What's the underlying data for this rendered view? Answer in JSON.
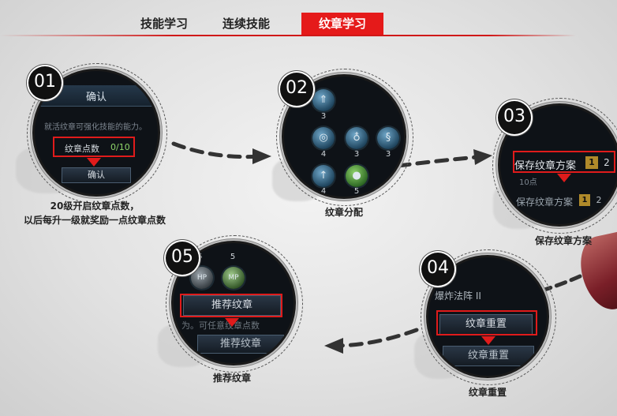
{
  "tabs": [
    {
      "label": "技能学习",
      "active": false
    },
    {
      "label": "连续技能",
      "active": false
    },
    {
      "label": "纹章学习",
      "active": true
    }
  ],
  "colors": {
    "accent": "#e51a1a",
    "panel": "#0e1217"
  },
  "steps": [
    {
      "number": "01",
      "caption_line1": "20级开启纹章点数，",
      "caption_line2": "以后每升一级就奖励一点纹章点数",
      "inner": {
        "confirm_title": "确认",
        "desc": "就活纹章可强化技能的能力。",
        "points_label": "纹章点数",
        "points_value": "0/10",
        "confirm_button": "确认"
      }
    },
    {
      "number": "02",
      "caption": "纹章分配",
      "inner": {
        "counts": [
          "3",
          "4",
          "3",
          "3",
          "4",
          "5"
        ]
      }
    },
    {
      "number": "03",
      "caption": "保存纹章方案",
      "inner": {
        "save_label": "保存纹章方案",
        "slot1": "1",
        "slot2": "2",
        "points": "10点",
        "save_label2": "保存纹章方案",
        "slot1b": "1",
        "slot2b": "2"
      }
    },
    {
      "number": "04",
      "caption": "纹章重置",
      "inner": {
        "skill_name": "爆炸法阵 II",
        "reset_label": "纹章重置",
        "reset_button": "纹章重置"
      }
    },
    {
      "number": "05",
      "caption": "推荐纹章",
      "inner": {
        "top_nums": [
          "6",
          "5"
        ],
        "hp": "HP",
        "mp": "MP",
        "recommend_label": "推荐纹章",
        "garbled_line": "为。可任意纹章点数",
        "recommend_button": "推荐纹章"
      }
    }
  ]
}
